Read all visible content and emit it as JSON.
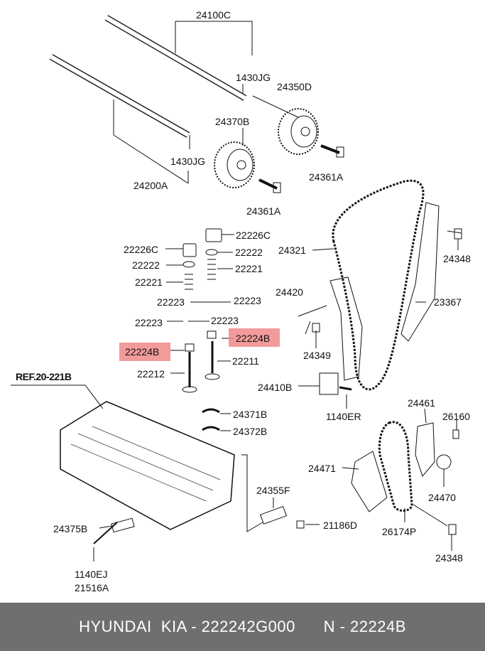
{
  "labels": {
    "p24100C": "24100C",
    "p1430JG_top": "1430JG",
    "p24350D": "24350D",
    "p24370B": "24370B",
    "p1430JG_mid": "1430JG",
    "p24361A_top": "24361A",
    "p24200A": "24200A",
    "p24361A_mid": "24361A",
    "p22226C_right": "22226C",
    "p22226C_left": "22226C",
    "p22222_right": "22222",
    "p22222_left": "22222",
    "p22221_right": "22221",
    "p22221_left": "22221",
    "p22223_a": "22223",
    "p22223_b": "22223",
    "p22223_c": "22223",
    "p22223_d": "22223",
    "p22224B_right": "22224B",
    "p22224B_left": "22224B",
    "p22211": "22211",
    "p22212": "22212",
    "p24321": "24321",
    "p24348_top": "24348",
    "p24420": "24420",
    "p23367": "23367",
    "p24349": "24349",
    "p24410B": "24410B",
    "p1140ER": "1140ER",
    "ref": "REF.20-221B",
    "p24371B": "24371B",
    "p24372B": "24372B",
    "p24461": "24461",
    "p26160": "26160",
    "p24471": "24471",
    "p24470": "24470",
    "p24355F": "24355F",
    "p24375B": "24375B",
    "p21186D": "21186D",
    "p26174P": "26174P",
    "p24348_bot": "24348",
    "p1140EJ": "1140EJ",
    "p21516A": "21516A"
  },
  "footer": {
    "brand": "HYUNDAI  KIA - 222242G000",
    "part": "N - 22224B"
  },
  "colors": {
    "highlight": "#f08a8a",
    "footer_bg": "#6f6f6f"
  }
}
